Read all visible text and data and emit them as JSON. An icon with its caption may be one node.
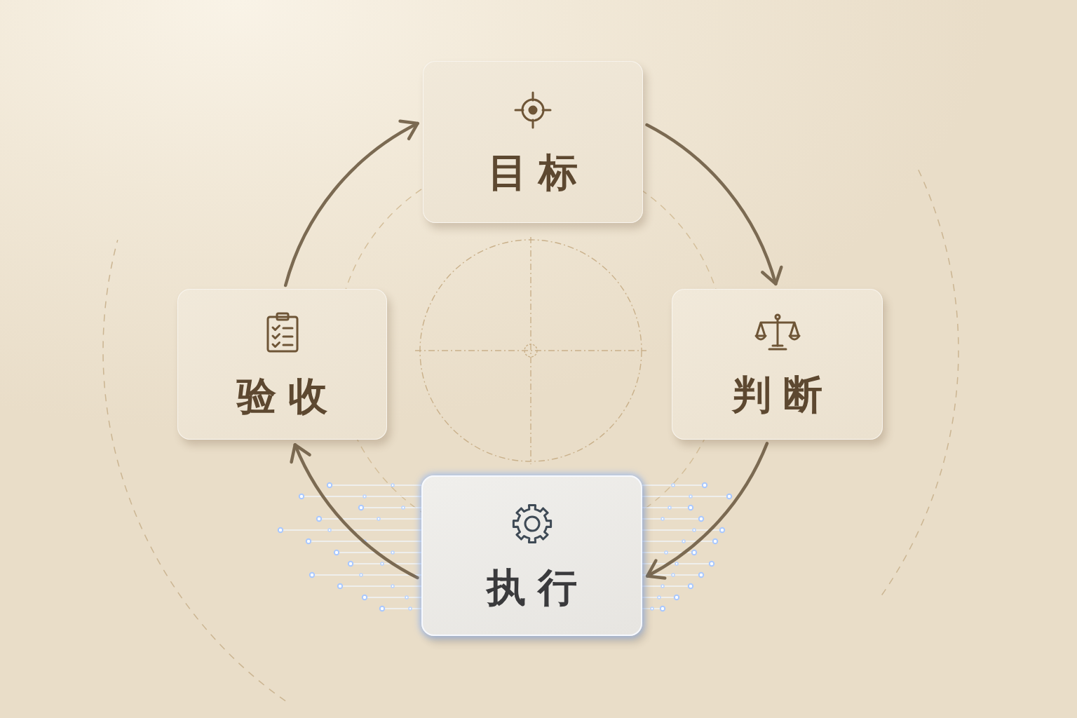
{
  "diagram": {
    "nodes": [
      {
        "text": [
          "目标"
        ]
      },
      {
        "text": [
          "判断"
        ]
      },
      {
        "text": [
          "执行"
        ]
      },
      {
        "text": [
          "验收"
        ]
      }
    ],
    "edges": [
      {
        "from": 0,
        "to": 1,
        "arrow": "to"
      },
      {
        "from": 1,
        "to": 2,
        "arrow": "to"
      },
      {
        "from": 2,
        "to": 3,
        "arrow": "to"
      },
      {
        "from": 3,
        "to": 0,
        "arrow": "to"
      }
    ]
  }
}
